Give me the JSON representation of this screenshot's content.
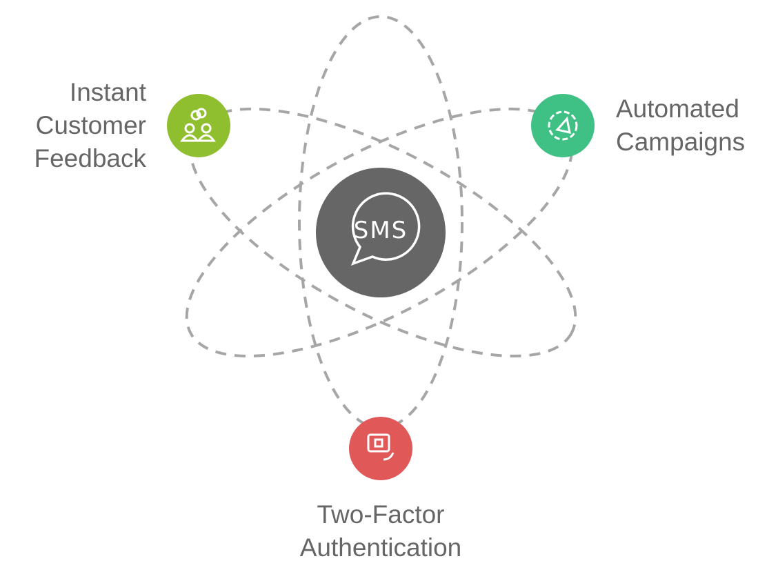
{
  "center": {
    "label": "SMS",
    "icon": "sms-chat-bubble-icon",
    "color": "#666666"
  },
  "nodes": [
    {
      "label_lines": [
        "Instant",
        "Customer",
        "Feedback"
      ],
      "icon": "customer-feedback-people-icon",
      "color": "#8fbe2e"
    },
    {
      "label_lines": [
        "Automated",
        "Campaigns"
      ],
      "icon": "megaphone-gear-icon",
      "color": "#3fc185"
    },
    {
      "label_lines": [
        "Two-Factor",
        "Authentication"
      ],
      "icon": "secure-device-phone-icon",
      "color": "#e05858"
    }
  ],
  "orbit_color": "#a6a6a6"
}
